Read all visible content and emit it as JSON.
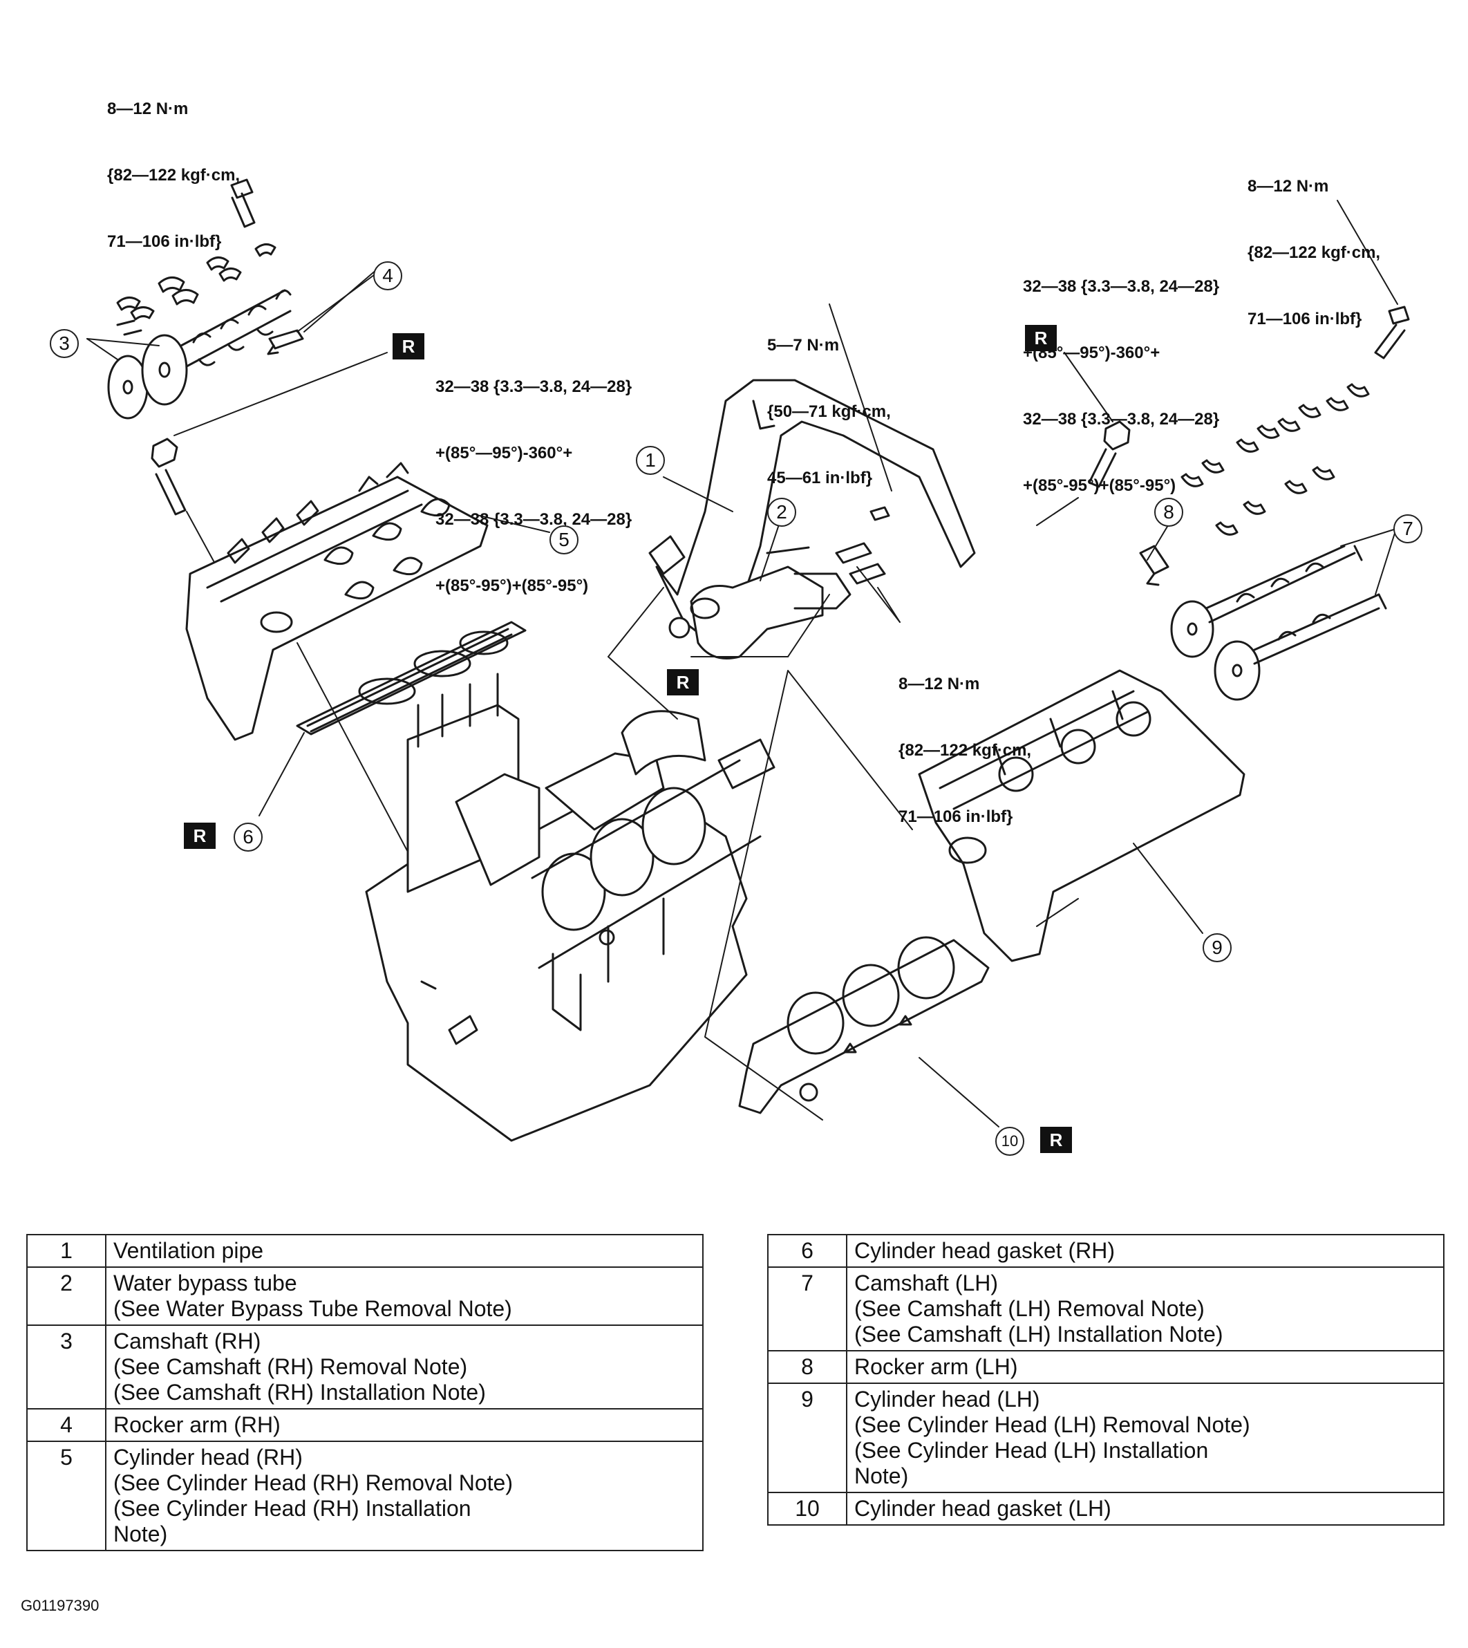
{
  "torque_specs": {
    "cam_cap_rh": [
      "8—12 N·m",
      "{82—122 kgf·cm,",
      "71—106 in·lbf}"
    ],
    "head_bolt_rh": [
      "32—38 {3.3—3.8, 24—28}",
      "+(85°—95°)-360°+",
      "32—38 {3.3—3.8, 24—28}",
      "+(85°-95°)+(85°-95°)"
    ],
    "vent_pipe": [
      "5—7 N·m",
      "{50—71 kgf·cm,",
      "45—61 in·lbf}"
    ],
    "cam_cap_lh": [
      "8—12 N·m",
      "{82—122 kgf·cm,",
      "71—106 in·lbf}"
    ],
    "head_bolt_lh": [
      "32—38 {3.3—3.8, 24—28}",
      "+(85°—95°)-360°+",
      "32—38 {3.3—3.8, 24—28}",
      "+(85°-95°)+(85°-95°)"
    ],
    "bypass_bolts": [
      "8—12 N·m",
      "{82—122 kgf·cm,",
      "71—106 in·lbf}"
    ]
  },
  "callouts": {
    "c1": "1",
    "c2": "2",
    "c3": "3",
    "c4": "4",
    "c5": "5",
    "c6": "6",
    "c7": "7",
    "c8": "8",
    "c9": "9",
    "c10": "10"
  },
  "replace_badge": "R",
  "legend_left": [
    {
      "num": "1",
      "desc": "Ventilation pipe"
    },
    {
      "num": "2",
      "desc": "Water bypass tube\n(See Water Bypass Tube Removal Note)"
    },
    {
      "num": "3",
      "desc": "Camshaft (RH)\n(See Camshaft (RH) Removal Note)\n(See Camshaft (RH) Installation Note)"
    },
    {
      "num": "4",
      "desc": "Rocker arm (RH)"
    },
    {
      "num": "5",
      "desc": "Cylinder head (RH)\n(See Cylinder Head (RH) Removal Note)\n(See Cylinder Head (RH) Installation\nNote)"
    }
  ],
  "legend_right": [
    {
      "num": "6",
      "desc": "Cylinder head gasket (RH)"
    },
    {
      "num": "7",
      "desc": "Camshaft (LH)\n(See Camshaft (LH) Removal Note)\n(See Camshaft (LH) Installation Note)"
    },
    {
      "num": "8",
      "desc": "Rocker arm (LH)"
    },
    {
      "num": "9",
      "desc": "Cylinder head (LH)\n(See Cylinder Head (LH) Removal Note)\n(See Cylinder Head (LH) Installation\nNote)"
    },
    {
      "num": "10",
      "desc": "Cylinder head gasket (LH)"
    }
  ],
  "figure_code": "G01197390"
}
